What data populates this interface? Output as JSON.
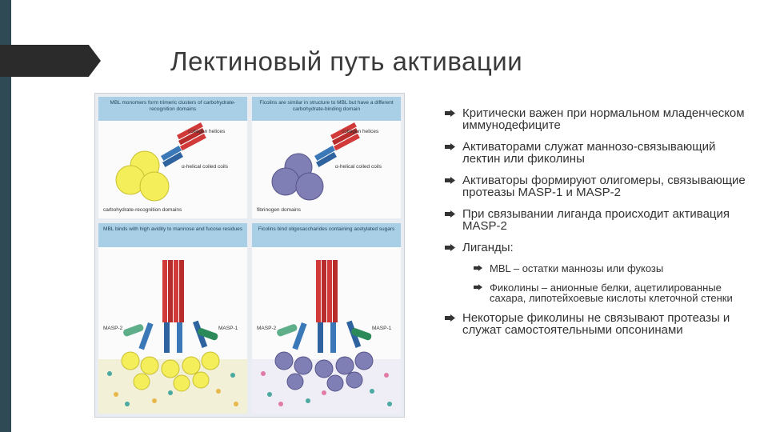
{
  "slide": {
    "title": "Лектиновый путь активации",
    "accent_color": "#2f4a55",
    "tab_color": "#2b2b2b"
  },
  "figure": {
    "panel_tl": {
      "header": "MBL monomers form trimeric clusters of carbohydrate-recognition domains",
      "labels": [
        "collagen helices",
        "α-helical coiled coils",
        "carbohydrate-recognition domains"
      ]
    },
    "panel_tr": {
      "header": "Ficolins are similar in structure to MBL but have a different carbohydrate-binding domain",
      "labels": [
        "collagen helices",
        "α-helical coiled coils",
        "fibrinogen domains"
      ]
    },
    "panel_bl": {
      "header": "MBL binds with high avidity to mannose and fucose residues",
      "labels": [
        "MASP-2",
        "MASP-1"
      ]
    },
    "panel_br": {
      "header": "Ficolins bind oligosaccharides containing acetylated sugars",
      "labels": [
        "MASP-2",
        "MASP-1"
      ]
    },
    "colors": {
      "header_bg": "#a9cfe6",
      "mbl_yellow": "#f4ee5a",
      "ficolin_purple": "#7f7fb5",
      "collagen_red": "#d23a3a",
      "coil_blue": "#3b78b8"
    }
  },
  "bullets": [
    {
      "level": 1,
      "text": "Критически важен при нормальном младенческом иммунодефиците"
    },
    {
      "level": 1,
      "text": "Активаторами служат маннозо-связывающий лектин или фиколины"
    },
    {
      "level": 1,
      "text": "Активаторы формируют олигомеры, связывающие протеазы MASP-1 и MASP-2"
    },
    {
      "level": 1,
      "text": "При связывании лиганда происходит активация MASP-2"
    },
    {
      "level": 1,
      "text": "Лиганды:"
    },
    {
      "level": 2,
      "text": "MBL – остатки маннозы или фукозы"
    },
    {
      "level": 2,
      "text": "Фиколины – анионные белки, ацетилированные сахара, липотейхоевые кислоты клеточной стенки"
    },
    {
      "level": 1,
      "text": "Некоторые фиколины не связывают протеазы и служат самостоятельными опсонинами"
    }
  ],
  "icons": {
    "bullet": "arrow-bullet-icon"
  }
}
